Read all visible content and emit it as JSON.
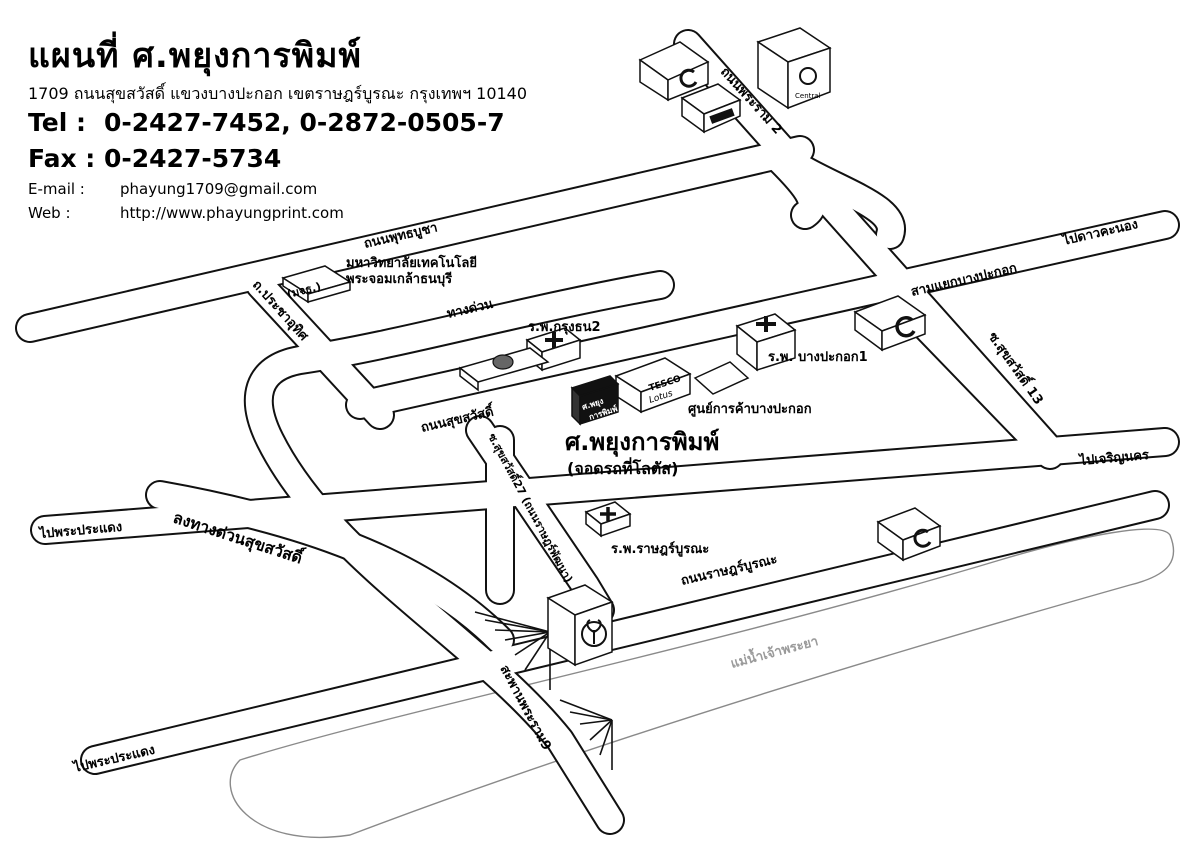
{
  "header": {
    "title": "แผนที่  ศ.พยุงการพิมพ์",
    "address": "1709 ถนนสุขสวัสดิ์ แขวงบางปะกอก เขตราษฎร์บูรณะ กรุงเทพฯ 10140",
    "tel_label": "Tel  :",
    "tel_value": "0-2427-7452,  0-2872-0505-7",
    "fax_label": "Fax :",
    "fax_value": "0-2427-5734",
    "email_label": "E-mail :",
    "email_value": "phayung1709@gmail.com",
    "web_label": "Web   :",
    "web_value": "http://www.phayungprint.com"
  },
  "roads": {
    "rama2": "ถนนพระราม 2",
    "phutthabucha": "ถนนพุทธบูชา",
    "pracha_uthit": "ถ.ประชาอุทิศ",
    "expressway": "ทางด่วน",
    "suksawat": "ถนนสุขสวัสดิ์",
    "soi27": "ซ.สุขสวัสดิ์27 (ถนนราษฎร์พัฒนา)",
    "soi13": "ซ.สุขสวัสดิ์ 13",
    "ratburana": "ถนนราษฎร์บูรณะ",
    "to_dao_khanong": "ไปดาวคะนอง",
    "to_charoen_nakhon": "ไปเจริญนคร",
    "to_phra_pradaeng_1": "ไปพระประแดง",
    "to_phra_pradaeng_2": "ไปพระประแดง",
    "expressway_exit": "ลงทางด่วนสุขสวัสดิ์",
    "bridge": "สะพานพระราม9",
    "junction": "สามแยกบางปะกอก",
    "river": "แม่น้ำเจ้าพระยา"
  },
  "places": {
    "kmutt_abbr": "(มจธ.)",
    "kmutt_line1": "มหาวิทยาลัยเทคโนโลยี",
    "kmutt_line2": "พระจอมเกล้าธนบุรี",
    "hospital_krungthon": "ร.พ.กรุงธน2",
    "hospital_bangpakok": "ร.พ. บางปะกอก1",
    "hospital_ratburana": "ร.พ.ราษฎร์บูรณะ",
    "shopping_center": "ศูนย์การค้าบางปะกอก",
    "tesco_line1": "TESCO",
    "tesco_line2": "Lotus",
    "shop_box_line1": "ศ.พยุง",
    "shop_box_line2": "การพิมพ์",
    "shop_name": "ศ.พยุงการพิมพ์",
    "shop_parking": "(จอดรถที่โลตัส)",
    "central_logo": "Central"
  },
  "icons": {
    "hospital": "hospital-cross-icon",
    "bigc": "big-c-store-icon",
    "bank": "bank-icon",
    "central": "central-store-icon",
    "mall": "shopping-mall-icon"
  }
}
